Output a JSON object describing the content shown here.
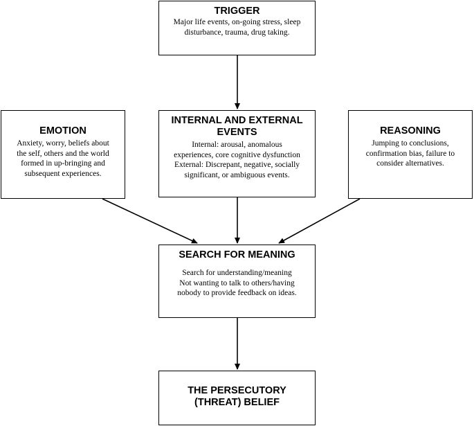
{
  "trigger": {
    "title": "TRIGGER",
    "text": "Major life events, on-going stress, sleep\ndisturbance, trauma, drug taking."
  },
  "emotion": {
    "title": "EMOTION",
    "text": "Anxiety, worry, beliefs about\nthe self, others and the world\nformed in up-bringing and\nsubsequent experiences."
  },
  "events": {
    "title": "INTERNAL AND EXTERNAL\nEVENTS",
    "text": "Internal: arousal, anomalous\nexperiences, core cognitive dysfunction\nExternal: Discrepant, negative, socially\nsignificant, or ambiguous events."
  },
  "reasoning": {
    "title": "REASONING",
    "text": "Jumping to conclusions,\nconfirmation bias, failure to\nconsider alternatives."
  },
  "search": {
    "title": "SEARCH FOR MEANING",
    "text": "Search for understanding/meaning\nNot wanting to talk to others/having\nnobody to provide feedback on ideas."
  },
  "belief": {
    "title": "THE PERSECUTORY\n(THREAT) BELIEF"
  }
}
